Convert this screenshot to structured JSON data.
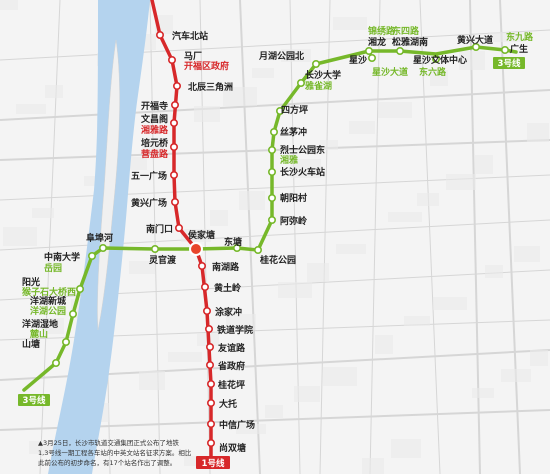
{
  "colors": {
    "line1": "#d7282a",
    "line3": "#76b82a",
    "river": "#b4d3ee",
    "roads": "#d6d6d6",
    "blocks": "#e9e9e9",
    "interchange": "#e8452c"
  },
  "line1": {
    "badge": "1号线",
    "stations": [
      {
        "name": "汽车北站"
      },
      {
        "name": "马厂",
        "alt": "开福区政府"
      },
      {
        "name": "北辰三角洲"
      },
      {
        "name": "开福寺"
      },
      {
        "name": "文昌阁",
        "alt": "湘雅路"
      },
      {
        "name": "培元桥",
        "alt": "营盘路"
      },
      {
        "name": "五一广场"
      },
      {
        "name": "黄兴广场"
      },
      {
        "name": "南门口"
      },
      {
        "name": "侯家塘"
      },
      {
        "name": "南湖路"
      },
      {
        "name": "黄土岭"
      },
      {
        "name": "涂家冲"
      },
      {
        "name": "铁道学院"
      },
      {
        "name": "友谊路"
      },
      {
        "name": "省政府"
      },
      {
        "name": "桂花坪"
      },
      {
        "name": "大托"
      },
      {
        "name": "中信广场"
      },
      {
        "name": "尚双塘"
      }
    ]
  },
  "line3": {
    "badge_east": "3号线",
    "badge_west": "3号线",
    "stations": [
      {
        "name": "山塘"
      },
      {
        "name": "洋湖湿地",
        "alt": "麓山"
      },
      {
        "name": "洋湖新城",
        "alt": "洋湖公园"
      },
      {
        "name": "阳光",
        "alt": "猴子石大桥西"
      },
      {
        "name": "中南大学",
        "alt": "岳园"
      },
      {
        "name": "阜埠河"
      },
      {
        "name": "灵官渡"
      },
      {
        "name": "东塘"
      },
      {
        "name": "桂花公园"
      },
      {
        "name": "阿弥岭"
      },
      {
        "name": "朝阳村"
      },
      {
        "name": "长沙火车站"
      },
      {
        "name": "烈士公园东",
        "alt": "湘雅"
      },
      {
        "name": "丝茅冲"
      },
      {
        "name": "四方坪"
      },
      {
        "name": "长沙大学",
        "alt": "雅雀湖"
      },
      {
        "name": "月湖公园北"
      },
      {
        "name": "湘龙",
        "alt": "锦绣路"
      },
      {
        "name": "星沙",
        "alt": "星沙大道"
      },
      {
        "name": "松雅湖南",
        "alt": "东四路"
      },
      {
        "name": "星沙文体中心",
        "alt": "东六路"
      },
      {
        "name": "黄兴大道"
      },
      {
        "name": "广生",
        "alt": "东九路"
      }
    ]
  },
  "caption": {
    "line1": "▲3月25日，长沙市轨道交通集团正式公布了地铁",
    "line2": "1,3号线一期工程各车站的中英文站名征求方案。相比",
    "line3": "此前公布的初步命名，有17个站名作出了调整。"
  }
}
